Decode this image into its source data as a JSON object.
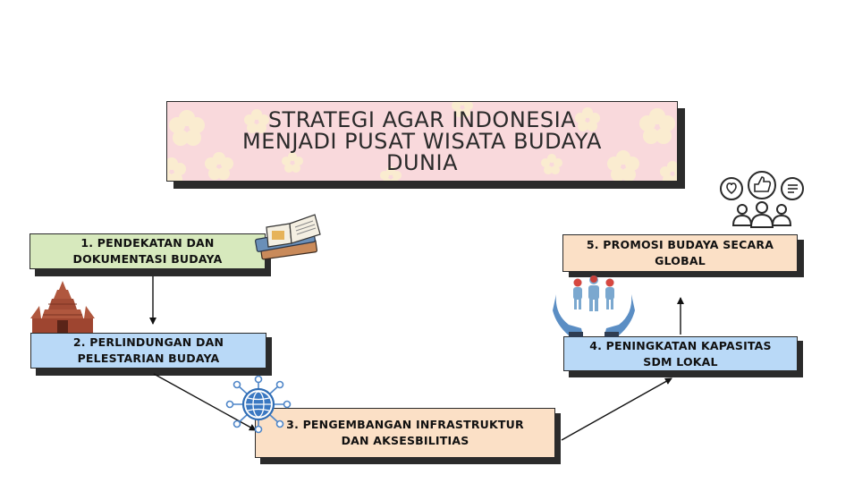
{
  "title": {
    "lines": [
      "STRATEGI AGAR INDONESIA",
      "MENJADI PUSAT WISATA BUDAYA",
      "DUNIA"
    ]
  },
  "steps": [
    {
      "lines": [
        "1. PENDEKATAN DAN",
        "DOKUMENTASI BUDAYA"
      ],
      "color": "#d7e9bd"
    },
    {
      "lines": [
        "2. PERLINDUNGAN DAN",
        "PELESTARIAN BUDAYA"
      ],
      "color": "#b9d9f7"
    },
    {
      "lines": [
        "3. PENGEMBANGAN INFRASTRUKTUR",
        "DAN AKSESBILITIAS"
      ],
      "color": "#fbe0c6"
    },
    {
      "lines": [
        "4. PENINGKATAN KAPASITAS",
        "SDM LOKAL"
      ],
      "color": "#b9d9f7"
    },
    {
      "lines": [
        "5. PROMOSI BUDAYA SECARA",
        "GLOBAL"
      ],
      "color": "#fbe0c6"
    }
  ],
  "colors": {
    "title_bg": "#f9d9dc",
    "flower": "#fbeed0",
    "shadow": "#2b2b2b"
  },
  "icons": [
    "open-book-icon",
    "temple-icon",
    "globe-network-icon",
    "people-hands-icon",
    "social-feedback-icon"
  ]
}
